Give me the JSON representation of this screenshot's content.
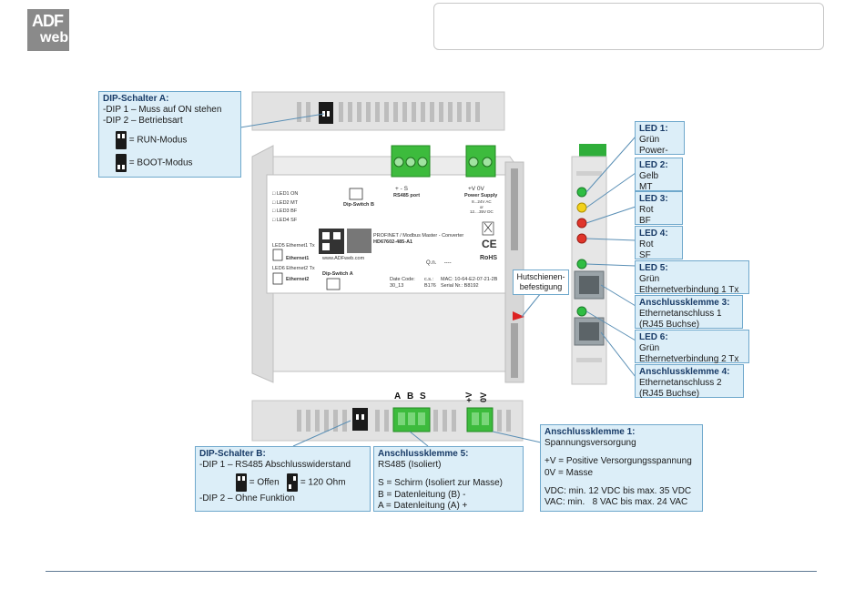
{
  "logo": {
    "line1": "ADF",
    "line2": "web"
  },
  "dip_a": {
    "title": "DIP-Schalter A:",
    "lines": [
      "-DIP 1 – Muss auf ON stehen",
      "-DIP 2 – Betriebsart"
    ],
    "run": "= RUN-Modus",
    "boot": "= BOOT-Modus"
  },
  "dip_b": {
    "title": "DIP-Schalter B:",
    "line1": "-DIP 1 – RS485 Abschlusswiderstand",
    "off": "= Offen",
    "on": "= 120 Ohm",
    "line2": "-DIP 2 – Ohne Funktion"
  },
  "term5": {
    "title": "Anschlussklemme 5:",
    "sub": "RS485 (Isoliert)",
    "lines": [
      "S = Schirm (Isoliert zur Masse)",
      "B = Datenleitung (B) -",
      "A = Datenleitung (A) +"
    ]
  },
  "term1": {
    "title": "Anschlussklemme 1:",
    "sub": "Spannungsversorgung",
    "lines": [
      "+V = Positive Versorgungsspannung",
      "0V = Masse"
    ],
    "lines2": [
      "VDC: min. 12 VDC bis max. 35 VDC",
      "VAC: min.   8 VAC bis max. 24 VAC"
    ]
  },
  "right_callouts": [
    {
      "title": "LED 1:",
      "lines": [
        "Grün",
        "Power-LED"
      ]
    },
    {
      "title": "LED 2:",
      "lines": [
        "Gelb",
        "MT"
      ]
    },
    {
      "title": "LED 3:",
      "lines": [
        "Rot",
        "BF"
      ]
    },
    {
      "title": "LED 4:",
      "lines": [
        "Rot",
        "SF"
      ]
    },
    {
      "title": "LED 5:",
      "lines": [
        "Grün",
        "Ethernetverbindung 1 Tx"
      ]
    },
    {
      "title": "Anschlussklemme 3:",
      "lines": [
        "Ethernetanschluss 1",
        "(RJ45 Buchse)"
      ]
    },
    {
      "title": "LED 6:",
      "lines": [
        "Grün",
        "Ethernetverbindung 2 Tx"
      ]
    },
    {
      "title": "Anschlussklemme 4:",
      "lines": [
        "Ethernetanschluss 2",
        "(RJ45 Buchse)"
      ]
    }
  ],
  "hutschiene": {
    "line1": "Hutschienen-",
    "line2": "befestigung"
  },
  "bottom_pins": {
    "a": "A",
    "b": "B",
    "s": "S",
    "plus": "+V",
    "zero": "0V"
  },
  "device": {
    "leds": [
      "LED1 ON",
      "LED2 MT",
      "LED3 BF",
      "LED4 SF"
    ],
    "led5": "LED5 Ethernet1 Tx",
    "eth1": "Ethernet1",
    "led6": "LED6 Ethernet2 Tx",
    "eth2": "Ethernet2",
    "dipb": "Dip-Switch B",
    "dipa": "Dip-Switch A",
    "rs485": "RS485 port",
    "rs485_pins": "+    -    S",
    "power": "Power Supply",
    "power_pins": "+V    0V",
    "power_spec": [
      "8...24V AC",
      "or",
      "12....35V DC"
    ],
    "product": "PROFINET / Modbus Master - Converter",
    "code": "HD67602-485-A1",
    "qn": "Q.n.",
    "qn_val": "----",
    "url": "www.ADFweb.com",
    "datecode_label": "Date Code:",
    "datecode": "30_13",
    "cs_label": "c.s.:",
    "cs": "B176",
    "mac": "MAC: 10-64-E2-07-21-2B",
    "serial": "Serial Nr.: B8192",
    "ce": "CE",
    "rohs": "RoHS"
  }
}
